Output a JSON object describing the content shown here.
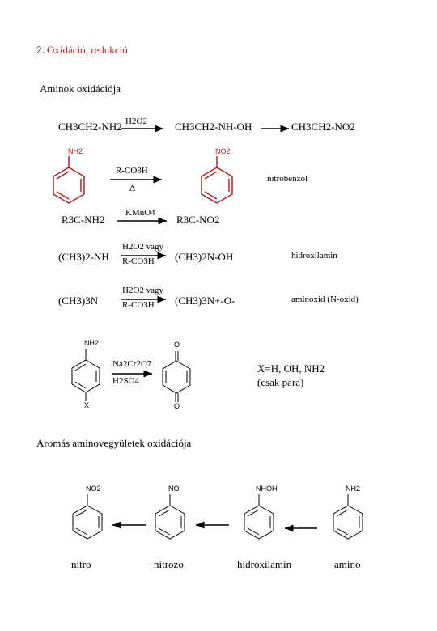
{
  "section": {
    "number": "2.",
    "title": "Oxidáció, redukció"
  },
  "heading1": "Aminok oxidációja",
  "row1": {
    "reactant": "CH3CH2-NH2",
    "reagent": "H2O2",
    "intermediate": "CH3CH2-NH-OH",
    "product": "CH3CH2-NO2"
  },
  "row2": {
    "reactant_label": "NH2",
    "product_label": "NO2",
    "reagent_top": "R-CO3H",
    "reagent_bottom": "Δ",
    "name": "nitrobenzol"
  },
  "row3": {
    "reactant": "R3C-NH2",
    "reagent": "KMnO4",
    "product": "R3C-NO2"
  },
  "row4": {
    "reactant": "(CH3)2-NH",
    "reagent_top": "H2O2 vagy",
    "reagent_bottom": "R-CO3H",
    "product": "(CH3)2N-OH",
    "name": "hidroxilamin"
  },
  "row5": {
    "reactant": "(CH3)3N",
    "reagent_top": "H2O2 vagy",
    "reagent_bottom": "R-CO3H",
    "product": "(CH3)3N+-O-",
    "name": "aminoxid (N-oxid)"
  },
  "row6": {
    "reactant_top": "NH2",
    "reactant_bottom": "X",
    "reagent_top": "Na2Cr2O7",
    "reagent_bottom": "H2SO4",
    "product_top": "O",
    "product_bottom": "O",
    "note1": "X=H, OH, NH2",
    "note2": "(csak para)"
  },
  "heading2": "Aromás aminovegyületek oxidációja",
  "aromatic": {
    "nitro_group": "NO2",
    "nitroso_group": "NO",
    "hydroxylamine_group": "NHOH",
    "amine_group": "NH2",
    "nitro": "nitro",
    "nitroso": "nitrozo",
    "hydroxylamine": "hidroxilamin",
    "amine": "amino"
  },
  "colors": {
    "accent": "#b22222",
    "text": "#000000"
  }
}
